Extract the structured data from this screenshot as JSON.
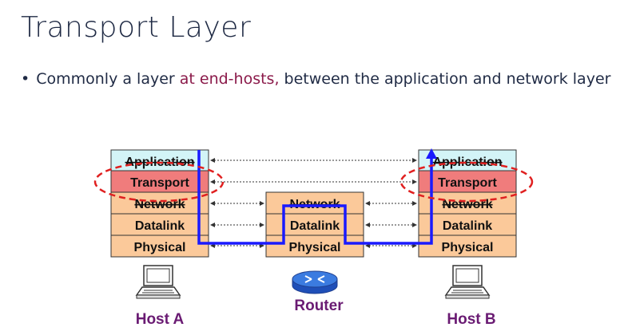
{
  "slide": {
    "title": "Transport Layer",
    "bullet": {
      "before": "Commonly a layer ",
      "highlight": "at end-hosts,",
      "after": " between the application and network layer"
    }
  },
  "colors": {
    "title": "#1f2a44",
    "highlight": "#8b1a4a",
    "application": "#d3f4f7",
    "transport": "#f07c7c",
    "lower_layers": "#fbc99a",
    "path": "#1a1aff",
    "ellipse": "#e02020",
    "label": "#6a1b73"
  },
  "diagram": {
    "host_a": {
      "label": "Host A",
      "layers": [
        "Application",
        "Transport",
        "Network",
        "Datalink",
        "Physical"
      ]
    },
    "router": {
      "label": "Router",
      "layers": [
        "Network",
        "Datalink",
        "Physical"
      ]
    },
    "host_b": {
      "label": "Host B",
      "layers": [
        "Application",
        "Transport",
        "Network",
        "Datalink",
        "Physical"
      ]
    }
  }
}
